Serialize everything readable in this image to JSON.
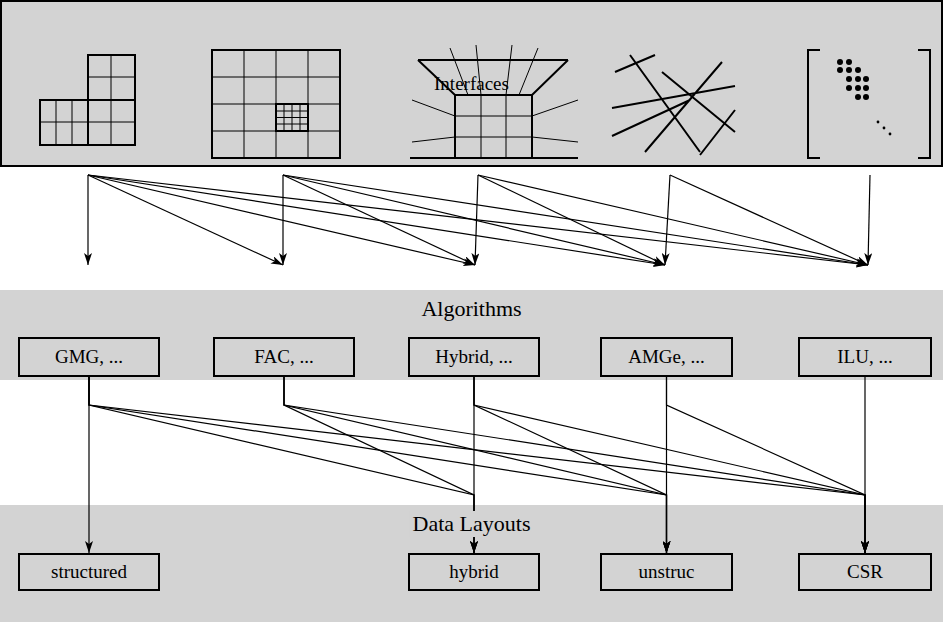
{
  "diagram": {
    "nodes": [
      {
        "text": [
          "Interfaces"
        ]
      },
      {
        "text": [
          "Algorithms"
        ]
      },
      {
        "text": [
          "GMG, ..."
        ],
        "in": 1
      },
      {
        "text": [
          "FAC, ..."
        ],
        "in": 1
      },
      {
        "text": [
          "Hybrid, ..."
        ],
        "in": 1
      },
      {
        "text": [
          "AMGe, ..."
        ],
        "in": 1
      },
      {
        "text": [
          "ILU, ..."
        ],
        "in": 1
      },
      {
        "text": [
          "Data Layouts"
        ]
      },
      {
        "text": [
          "structured"
        ],
        "in": 7
      },
      {
        "text": [
          "hybrid"
        ],
        "in": 7
      },
      {
        "text": [
          "unstruc"
        ],
        "in": 7
      },
      {
        "text": [
          "CSR"
        ],
        "in": 7
      }
    ],
    "edges": [
      {
        "from": 2,
        "to": 8,
        "arrow": "to"
      },
      {
        "from": 2,
        "to": 9,
        "arrow": "to"
      },
      {
        "from": 2,
        "to": 10,
        "arrow": "to"
      },
      {
        "from": 2,
        "to": 11,
        "arrow": "to"
      },
      {
        "from": 3,
        "to": 9,
        "arrow": "to"
      },
      {
        "from": 3,
        "to": 10,
        "arrow": "to"
      },
      {
        "from": 3,
        "to": 11,
        "arrow": "to"
      },
      {
        "from": 4,
        "to": 9,
        "arrow": "to"
      },
      {
        "from": 4,
        "to": 10,
        "arrow": "to"
      },
      {
        "from": 4,
        "to": 11,
        "arrow": "to"
      },
      {
        "from": 5,
        "to": 10,
        "arrow": "to"
      },
      {
        "from": 5,
        "to": 11,
        "arrow": "to"
      },
      {
        "from": 6,
        "to": 11,
        "arrow": "to"
      }
    ]
  }
}
